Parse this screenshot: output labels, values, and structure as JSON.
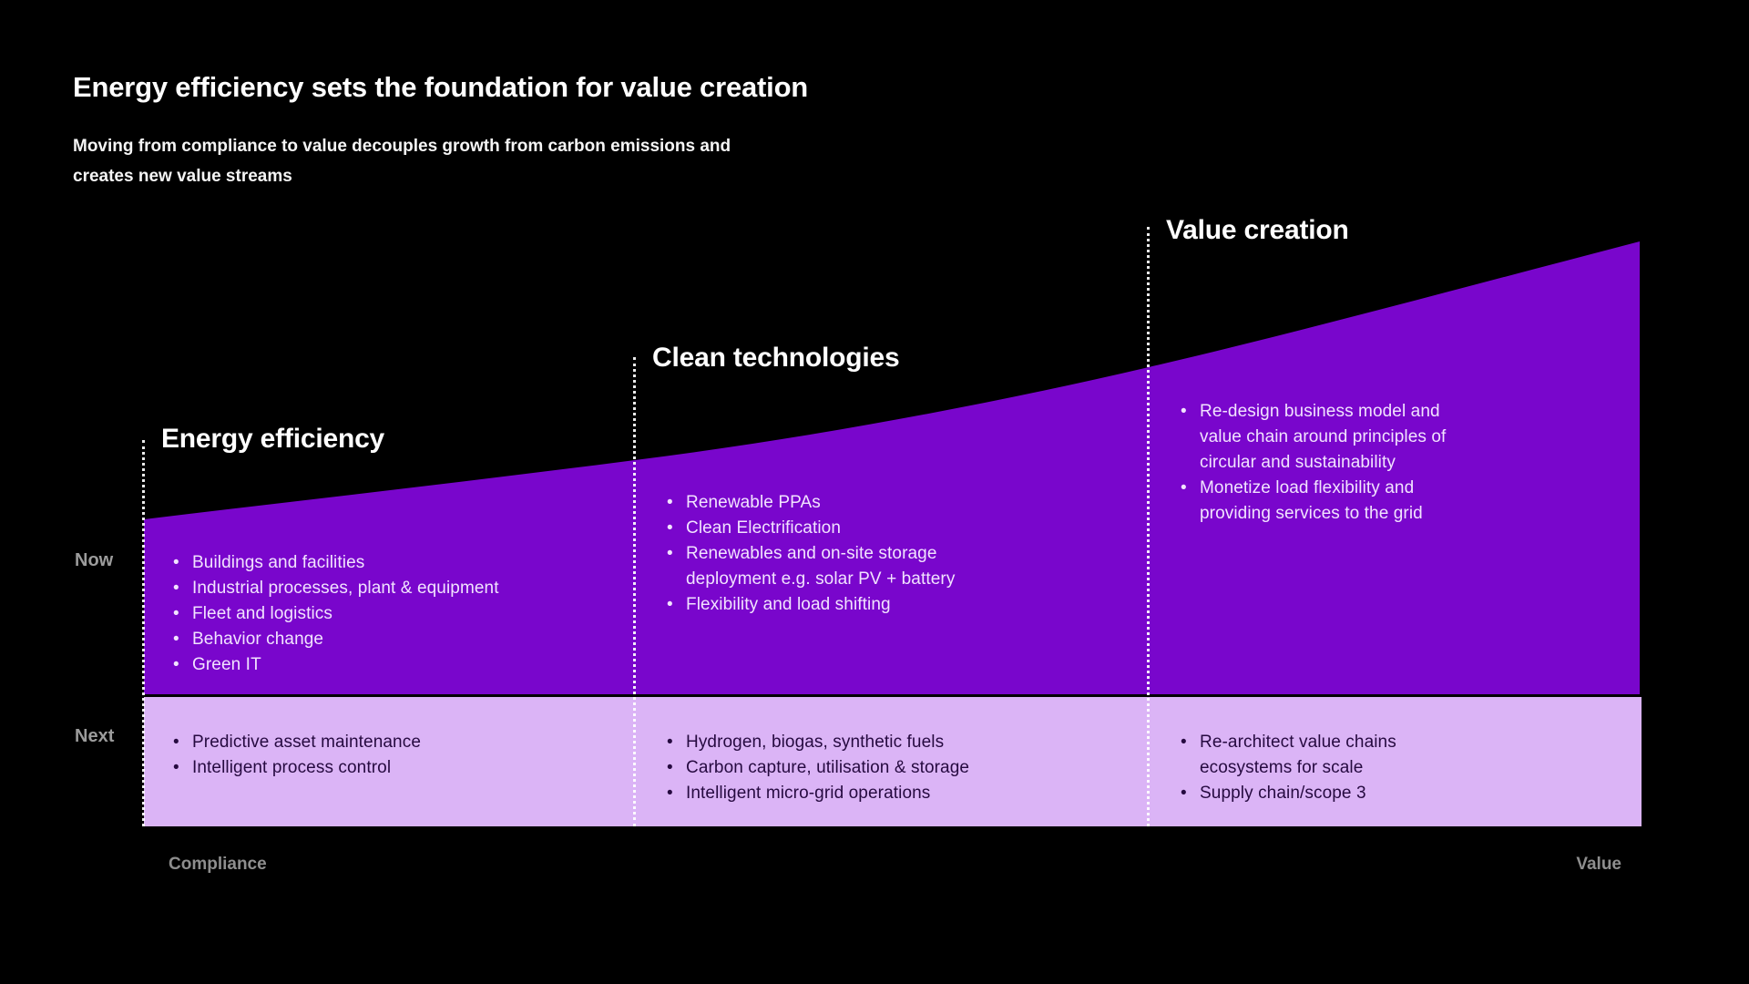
{
  "slide": {
    "title": "Energy efficiency sets the foundation for value creation",
    "subtitle": "Moving from compliance to value decouples growth from carbon emissions and\ncreates new value streams"
  },
  "rows": {
    "now_label": "Now",
    "next_label": "Next"
  },
  "x_axis": {
    "left_label": "Compliance",
    "right_label": "Value"
  },
  "colors": {
    "background": "#000000",
    "area_purple": "#7906CC",
    "next_band": "#DBB4F6",
    "next_band_text": "#260A40",
    "bullet_text": "#F2E3FF",
    "heading_text": "#FFFFFF",
    "muted_label": "#8E8E8E"
  },
  "columns": [
    {
      "header": "Energy efficiency",
      "now_bullets": [
        "Buildings and facilities",
        "Industrial processes, plant & equipment",
        "Fleet and logistics",
        "Behavior change",
        "Green IT"
      ],
      "next_bullets": [
        "Predictive asset maintenance",
        "Intelligent process control"
      ]
    },
    {
      "header": "Clean technologies",
      "now_bullets": [
        "Renewable PPAs",
        "Clean Electrification",
        "Renewables and on-site storage\ndeployment e.g. solar PV + battery",
        "Flexibility and load shifting"
      ],
      "next_bullets": [
        "Hydrogen, biogas, synthetic fuels",
        "Carbon capture, utilisation & storage",
        "Intelligent micro-grid operations"
      ]
    },
    {
      "header": "Value creation",
      "now_bullets": [
        "Re-design business model and\nvalue chain around principles of\ncircular and sustainability",
        "Monetize load flexibility and\nproviding services to the grid"
      ],
      "next_bullets": [
        "Re-architect value chains\necosystems for scale",
        "Supply chain/scope 3"
      ]
    }
  ]
}
